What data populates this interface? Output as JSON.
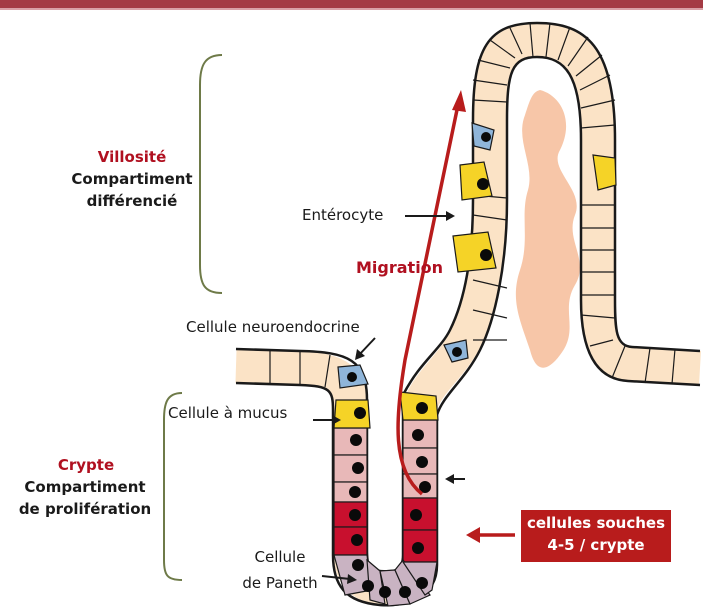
{
  "villus": {
    "title": "Villosité",
    "line1": "Compartiment",
    "line2": "différencié"
  },
  "crypt": {
    "title": "Crypte",
    "line1": "Compartiment",
    "line2": "de prolifération"
  },
  "labels": {
    "enterocyte": "Entérocyte",
    "migration": "Migration",
    "neuroendocrine": "Cellule neuroendocrine",
    "mucus": "Cellule à mucus",
    "paneth_line1": "Cellule",
    "paneth_line2": "de Paneth"
  },
  "stem_box": {
    "line1": "cellules souches",
    "line2": "4-5 / crypte"
  },
  "colors": {
    "header_bar": "#a43a44",
    "background": "#fdf3e4",
    "epithelium": "#fbe3c6",
    "lumen": "#f7c6a8",
    "bracket": "#6e7a48",
    "enteroendocrine": "#8fb5d9",
    "goblet": "#f5d327",
    "transit_amplifying": "#e8b8b8",
    "stem_cell": "#c8102e",
    "paneth": "#c9b3c2",
    "accent_red": "#b81c1c"
  }
}
